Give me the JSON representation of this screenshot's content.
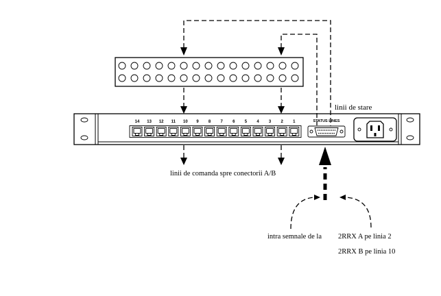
{
  "labels": {
    "status_lines_caption": "linii de stare",
    "command_lines_caption": "linii de comanda spre conectorii A/B",
    "incoming_signals_caption": "intra semnale de la",
    "source_a_line": "2RRX A pe linia 2",
    "source_b_line": "2RRX B pe linia 10"
  },
  "device": {
    "status_connector_label": "STATUS LINES",
    "port_numbers": [
      "14",
      "13",
      "12",
      "11",
      "10",
      "9",
      "8",
      "7",
      "6",
      "5",
      "4",
      "3",
      "2",
      "1"
    ]
  },
  "icons": {
    "status_connector": "db25-connector-icon",
    "power_inlet": "power-inlet-icon",
    "rack_ear_holes": "mounting-hole-icon"
  },
  "colors": {
    "ink": "#000000",
    "paper": "#ffffff"
  }
}
